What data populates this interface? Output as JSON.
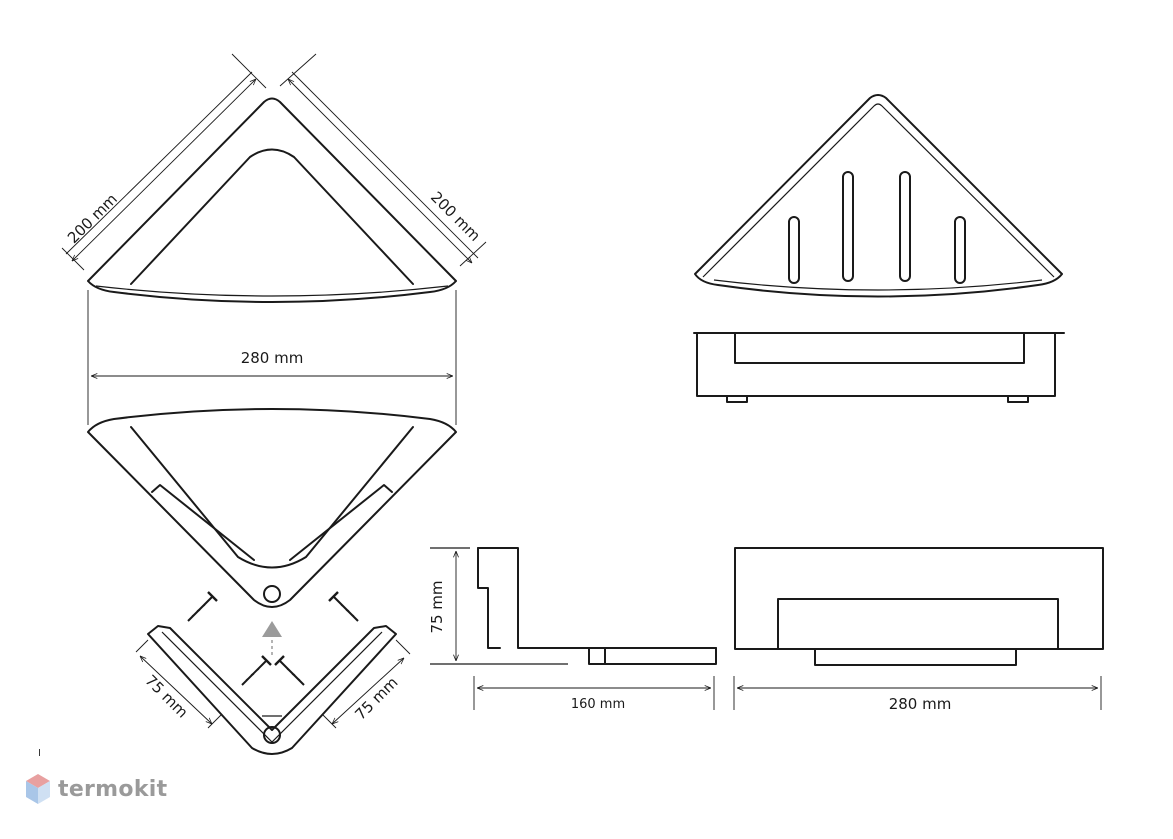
{
  "dimensions": {
    "top_left_edge": "200 mm",
    "top_right_edge": "200 mm",
    "top_width": "280 mm",
    "mount_left": "75 mm",
    "mount_right": "75 mm",
    "side_height": "75 mm",
    "side_depth": "160 mm",
    "front_width": "280 mm"
  },
  "logo": {
    "text": "termokit",
    "colors": {
      "top": "#e8a0a0",
      "left": "#a9c6e8",
      "right": "#cfe0f3"
    }
  }
}
